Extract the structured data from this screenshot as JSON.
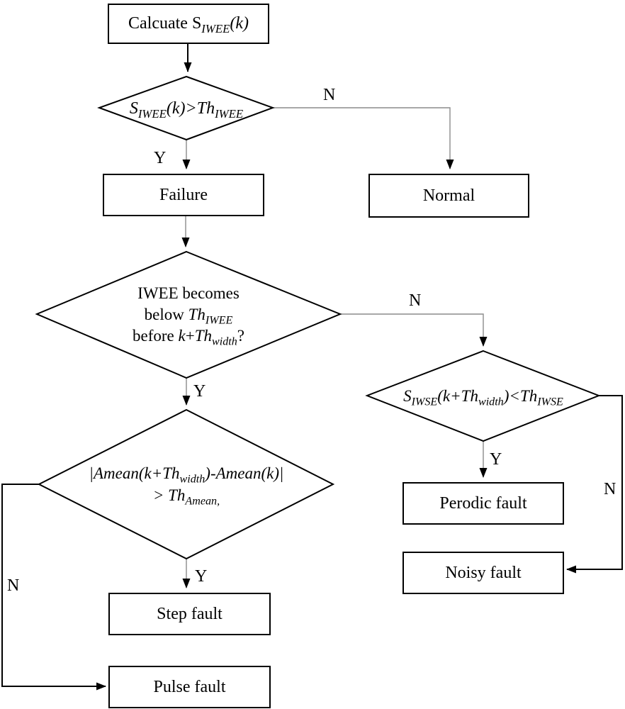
{
  "diagram": {
    "background": "#ffffff",
    "shape_stroke": "#000000",
    "connector_gray": "#8c8c8c",
    "connector_black": "#000000",
    "type": "flowchart"
  },
  "nodes": {
    "calculate": {
      "parts": [
        {
          "t": "Calcuate S"
        },
        {
          "t": "IWEE",
          "it": 1,
          "sub": 1
        },
        {
          "t": "(k)",
          "it": 1
        }
      ]
    },
    "d_siwee": {
      "parts": [
        {
          "t": "S",
          "it": 1
        },
        {
          "t": "IWEE",
          "it": 1,
          "sub": 1
        },
        {
          "t": "(k)>Th",
          "it": 1
        },
        {
          "t": "IWEE",
          "it": 1,
          "sub": 1
        }
      ]
    },
    "normal": {
      "label": "Normal"
    },
    "failure": {
      "label": "Failure"
    },
    "d_iwee_becomes": {
      "lines": [
        [
          {
            "t": "IWEE becomes"
          }
        ],
        [
          {
            "t": "below "
          },
          {
            "t": "Th",
            "it": 1
          },
          {
            "t": "IWEE",
            "it": 1,
            "sub": 1
          }
        ],
        [
          {
            "t": "before "
          },
          {
            "t": "k",
            "it": 1
          },
          {
            "t": "+"
          },
          {
            "t": "Th",
            "it": 1
          },
          {
            "t": "width",
            "it": 1,
            "sub": 1
          },
          {
            "t": "?"
          }
        ]
      ]
    },
    "d_siwse": {
      "parts": [
        {
          "t": "S",
          "it": 1
        },
        {
          "t": "IWSE",
          "it": 1,
          "sub": 1
        },
        {
          "t": "(k+Th",
          "it": 1
        },
        {
          "t": "width",
          "it": 1,
          "sub": 1
        },
        {
          "t": ")<Th",
          "it": 1
        },
        {
          "t": "IWSE",
          "it": 1,
          "sub": 1
        }
      ]
    },
    "periodic": {
      "label": "Perodic fault"
    },
    "noisy": {
      "label": "Noisy fault"
    },
    "d_amean": {
      "lines": [
        [
          {
            "t": "|Amean(k+Th",
            "it": 1
          },
          {
            "t": "width",
            "it": 1,
            "sub": 1
          },
          {
            "t": ")-Amean(k)|",
            "it": 1
          }
        ],
        [
          {
            "t": "> Th",
            "it": 1
          },
          {
            "t": "Amean,",
            "it": 1,
            "sub": 1
          }
        ]
      ]
    },
    "step": {
      "label": "Step fault"
    },
    "pulse": {
      "label": "Pulse fault"
    }
  },
  "edge_labels": {
    "d1_no": "N",
    "d1_yes": "Y",
    "dbig_no": "N",
    "dbig_yes": "Y",
    "d2_yes": "Y",
    "d2_no": "N",
    "d3_yes": "Y",
    "d3_no": "N"
  }
}
